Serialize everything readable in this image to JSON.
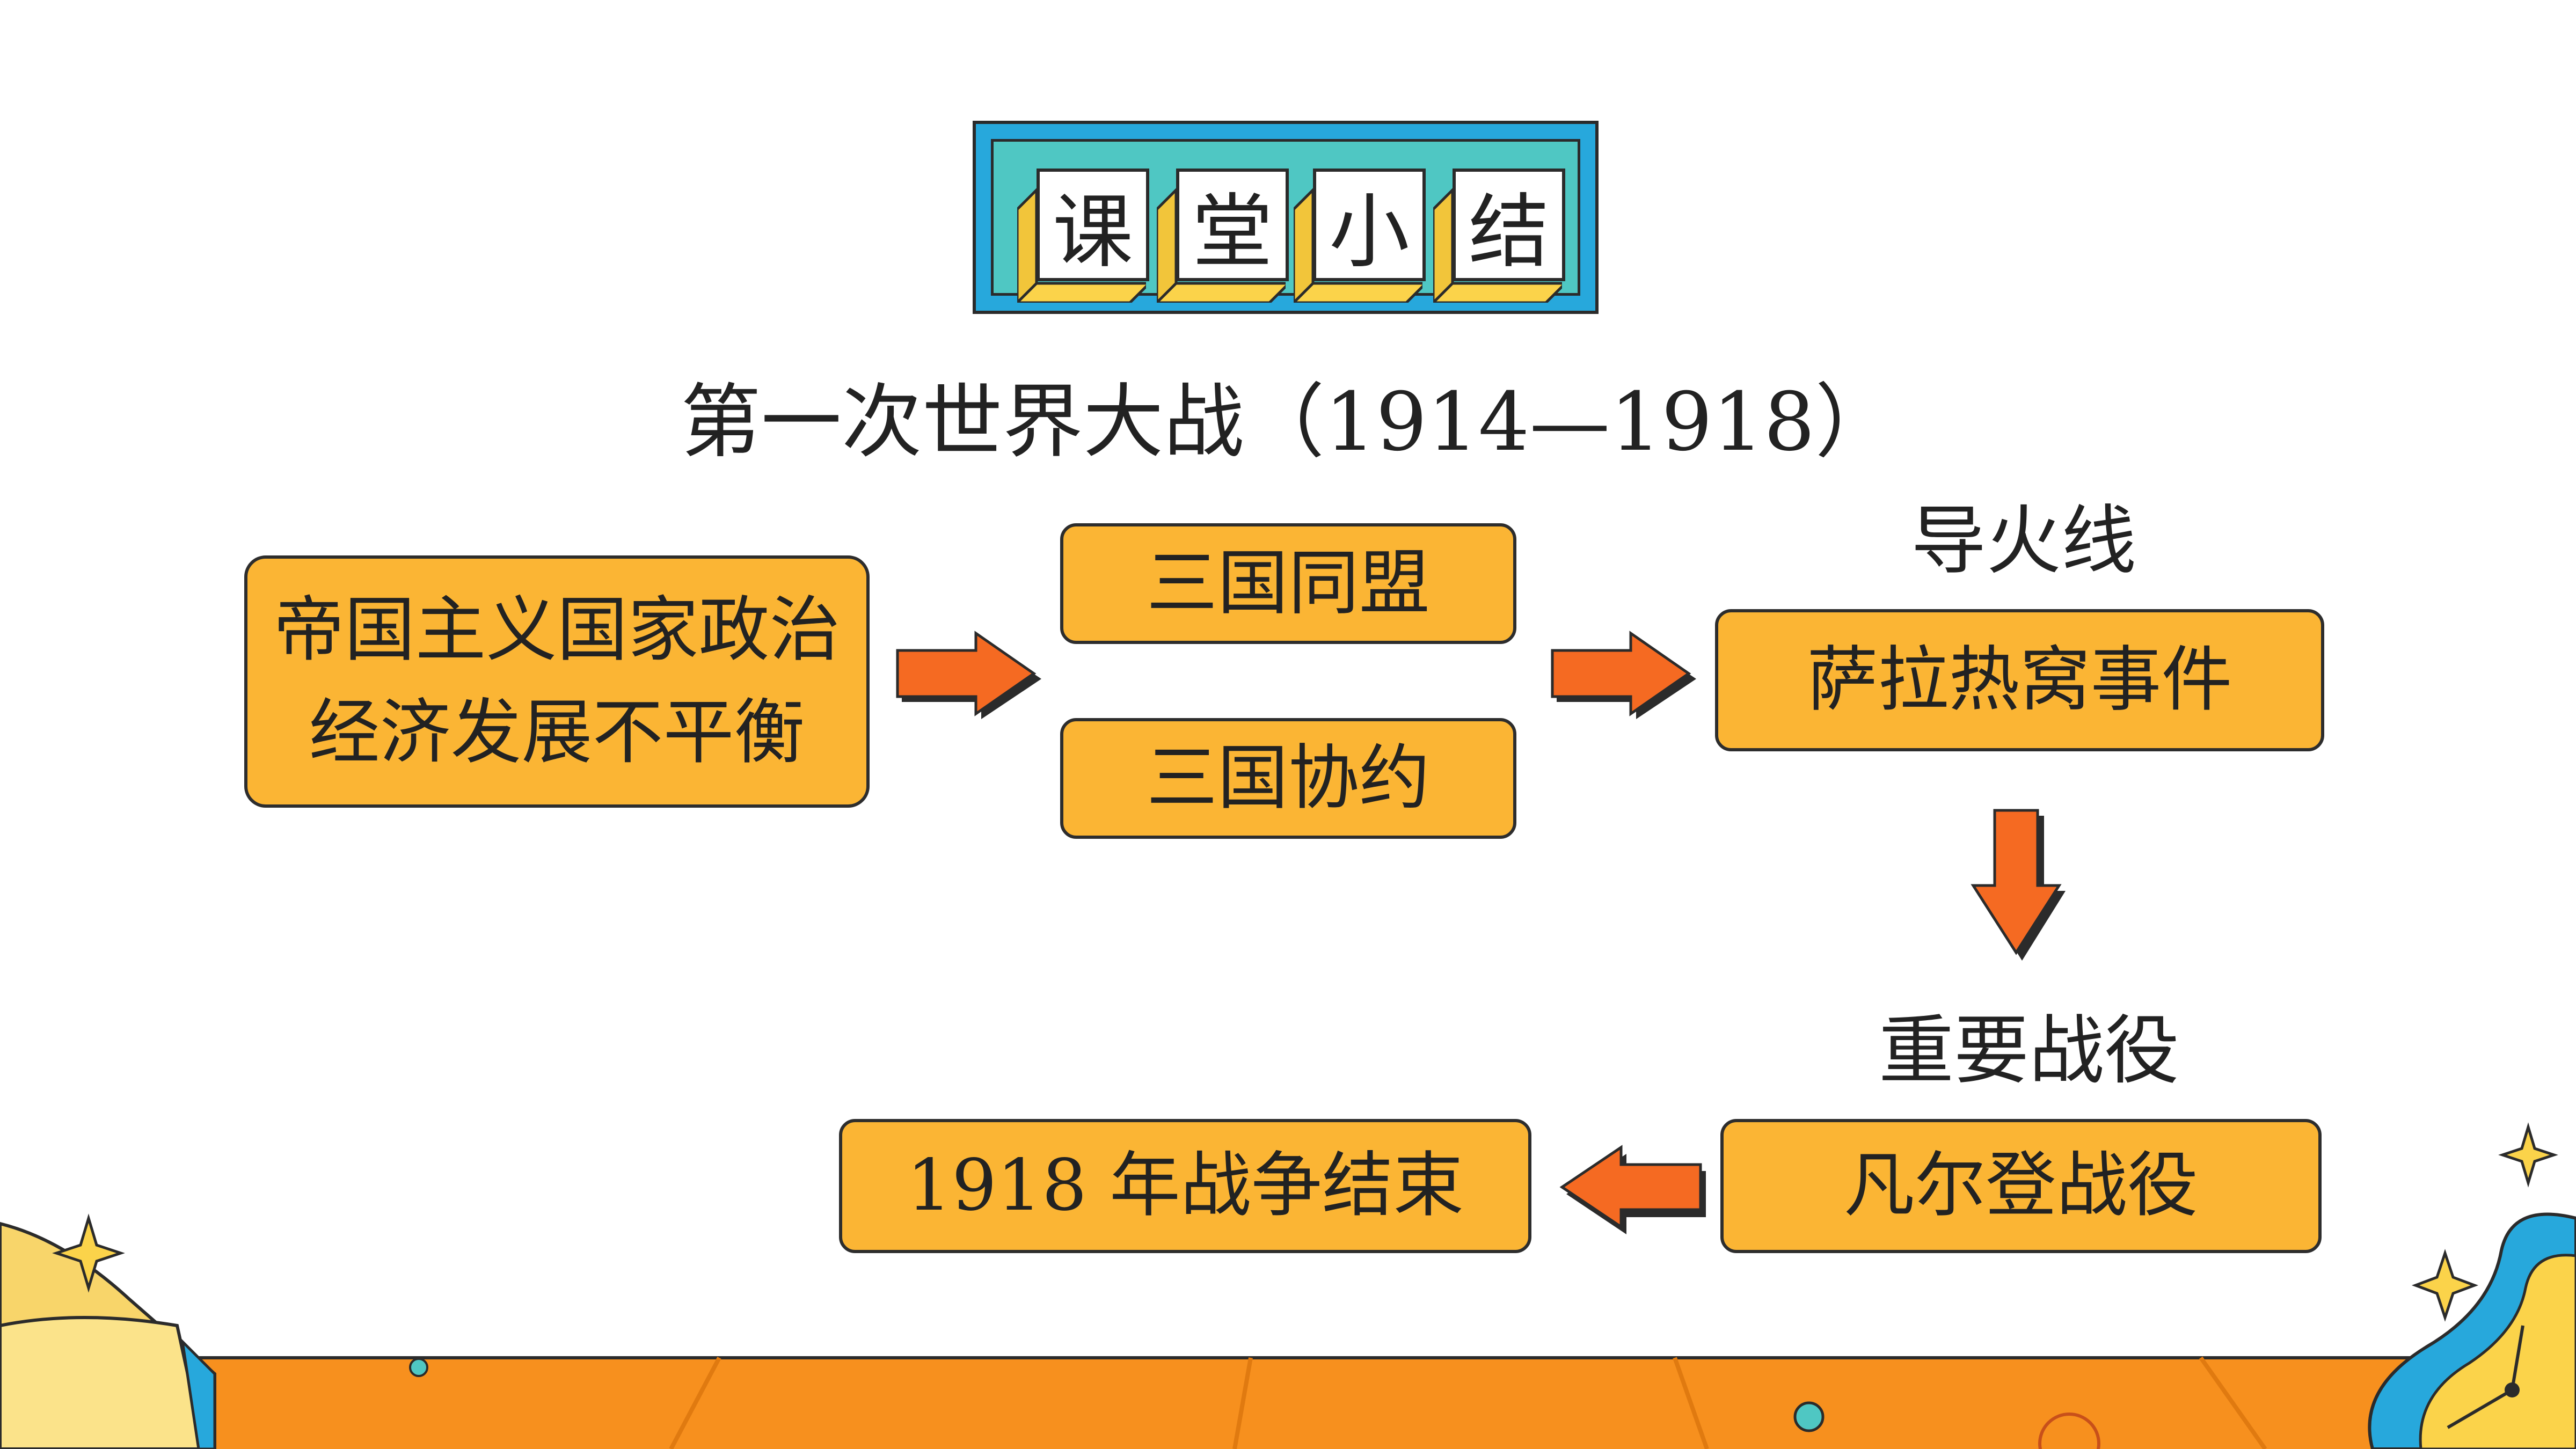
{
  "title": {
    "chars": [
      "课",
      "堂",
      "小",
      "结"
    ]
  },
  "subtitle": "第一次世界大战（1914—1918）",
  "nodes": {
    "cause": {
      "line1": "帝国主义国家政治",
      "line2": "经济发展不平衡"
    },
    "alliance1": "三国同盟",
    "alliance2": "三国协约",
    "trigger_label": "导火线",
    "trigger": "萨拉热窝事件",
    "battle_label": "重要战役",
    "battle": "凡尔登战役",
    "end": "1918  年战争结束"
  },
  "colors": {
    "box_fill": "#fbb534",
    "arrow": "#f56a22",
    "banner_outer": "#27a8dc",
    "banner_inner": "#4fc7c3",
    "floor": "#f7901e"
  }
}
